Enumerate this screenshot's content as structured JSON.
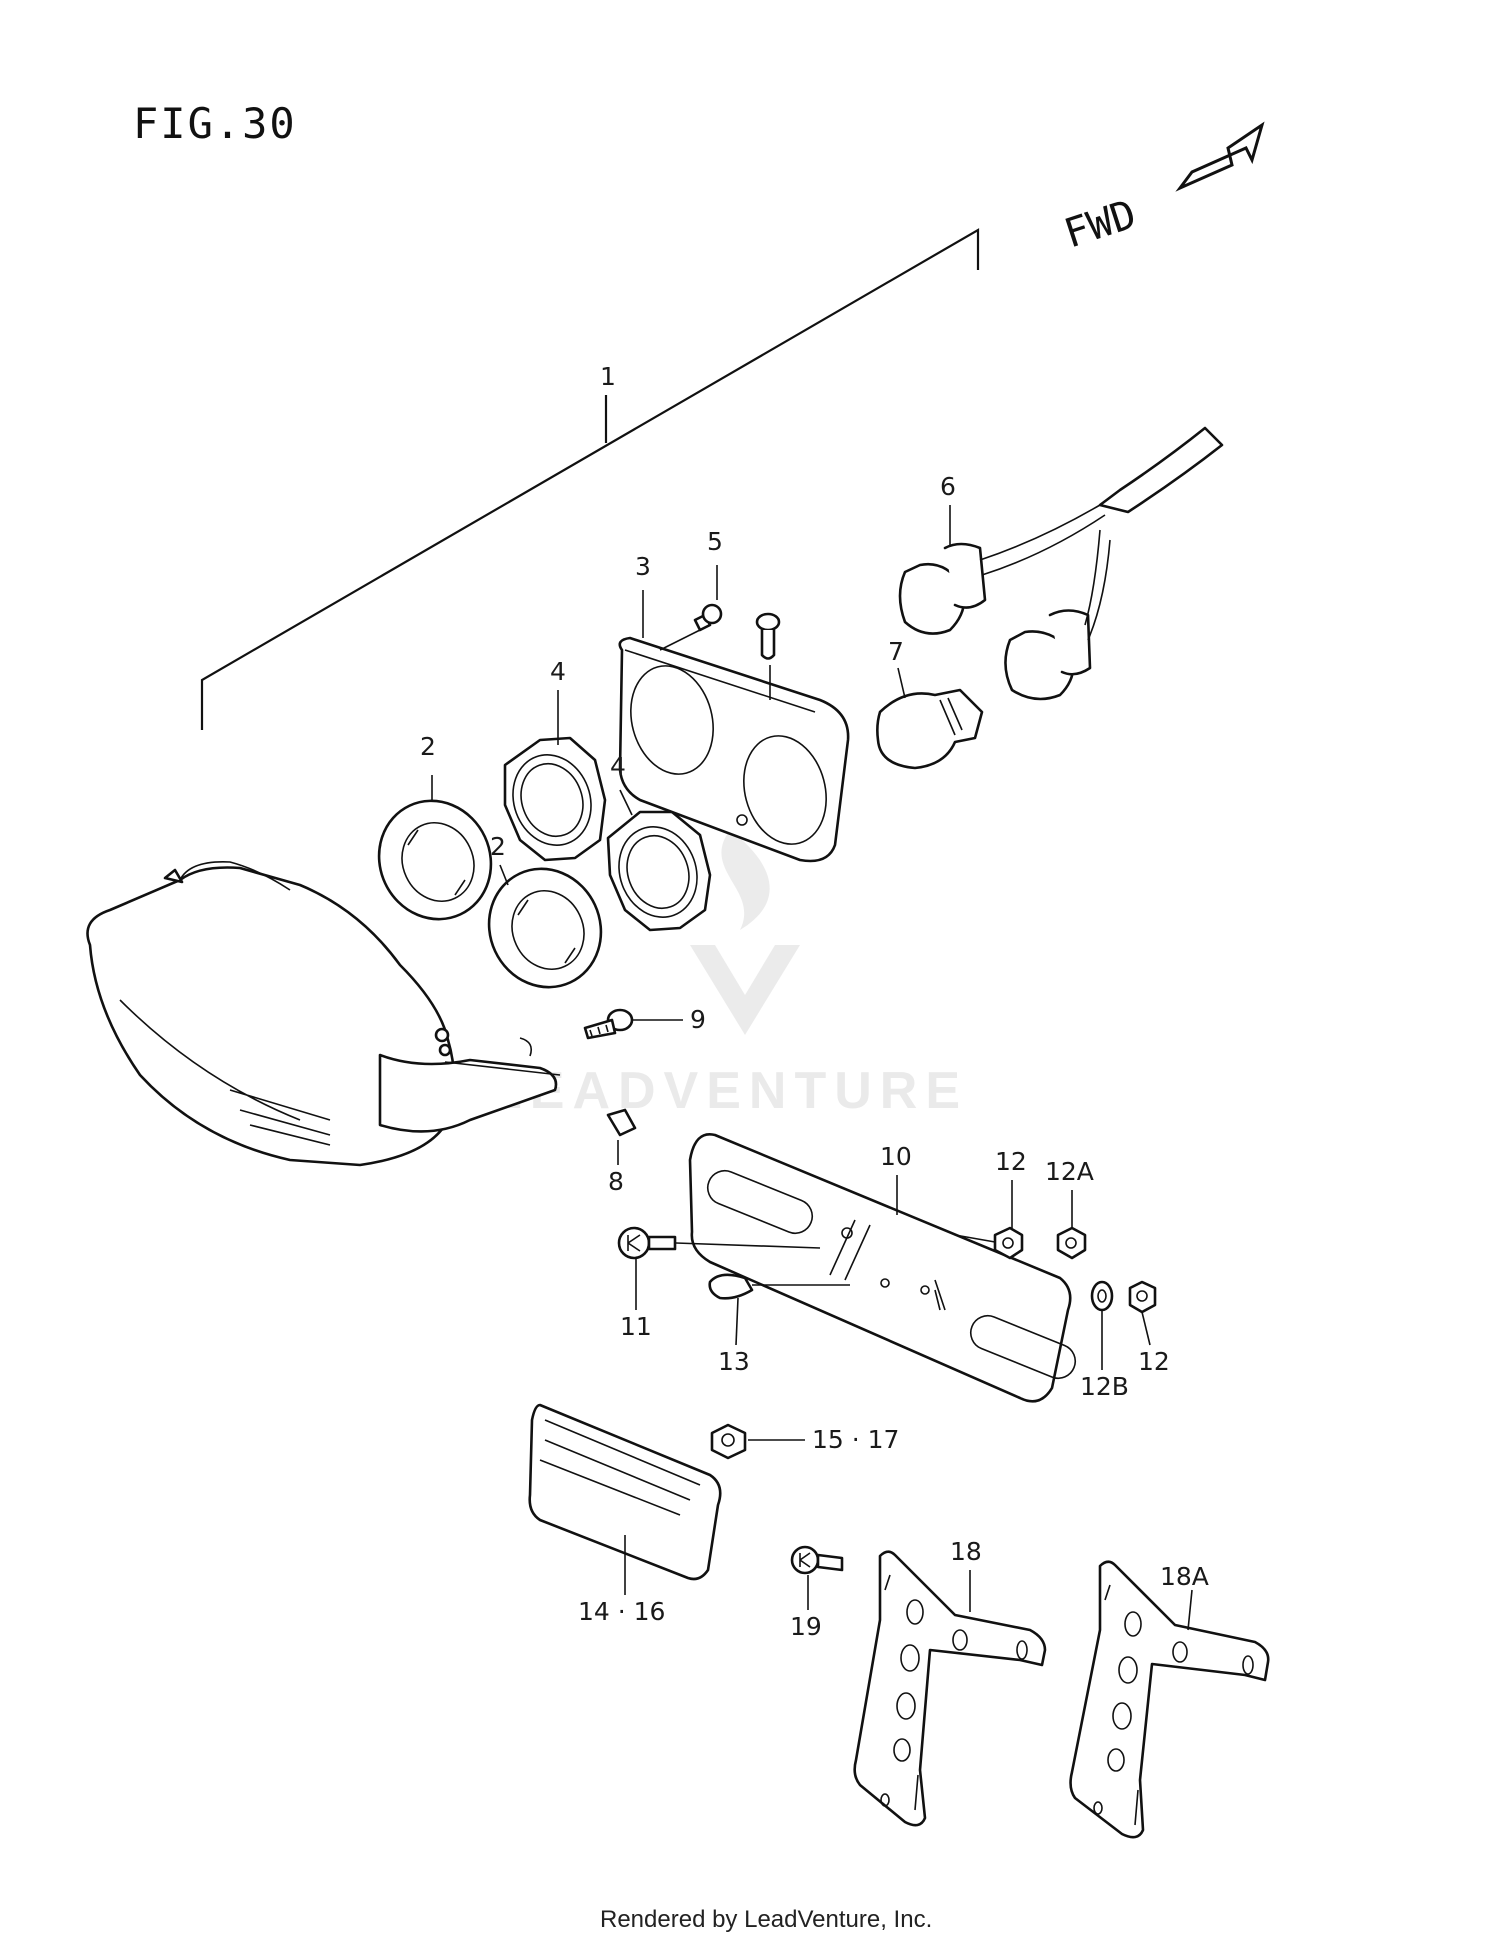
{
  "figure": {
    "title": "FIG.30",
    "direction": "FWD"
  },
  "labels": {
    "l1": "1",
    "l2a": "2",
    "l2b": "2",
    "l3": "3",
    "l4a": "4",
    "l4b": "4",
    "l5": "5",
    "l6": "6",
    "l7": "7",
    "l8": "8",
    "l9": "9",
    "l10": "10",
    "l11": "11",
    "l12a": "12",
    "l12A": "12A",
    "l12b": "12",
    "l12B": "12B",
    "l13": "13",
    "l14": "14 · 16",
    "l15": "15 · 17",
    "l18": "18",
    "l18A": "18A",
    "l19": "19"
  },
  "watermark": "LEADVENTURE",
  "footer": "Rendered by LeadVenture, Inc."
}
